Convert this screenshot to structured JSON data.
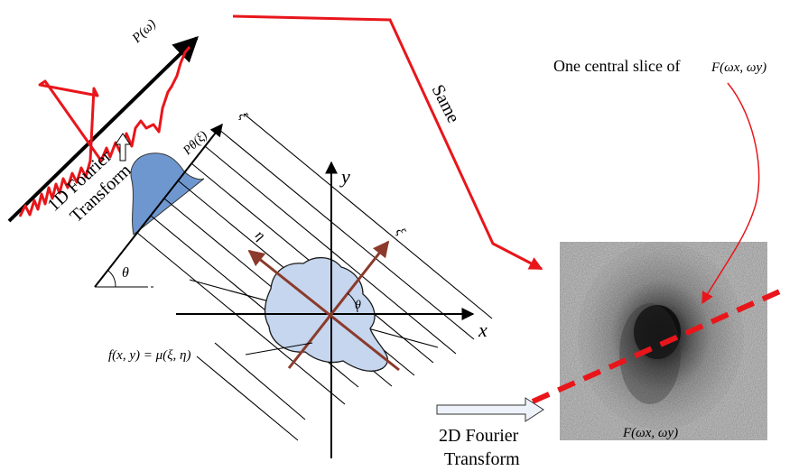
{
  "labels": {
    "p_omega": "P(ω)",
    "omega": "ω",
    "p_theta_xi": "Pθ(ξ)",
    "xi_projection_axis": "ξ",
    "one_d_line1": "1D Fourier",
    "one_d_line2": "Transform",
    "theta_left": "θ",
    "y_axis": "y",
    "x_axis": "x",
    "eta": "η",
    "xi_rotated": "ξ",
    "theta_center": "θ",
    "f_equation": "f(x, y) = μ(ξ, η)",
    "same": "Same",
    "slice_caption": "One central slice of",
    "slice_caption_math": "F(ωx, ωy)",
    "two_d_line1": "2D Fourier",
    "two_d_line2": "Transform",
    "spectrum_label": "F(ωx, ωy)"
  },
  "colors": {
    "red": "#e8161b",
    "brown": "#8b3a2c",
    "blob_fill": "#c5d6ee",
    "blob_stroke": "#1a1a1a",
    "projection_fill": "#6f97cf",
    "arrow_fill": "#eef3fb"
  }
}
